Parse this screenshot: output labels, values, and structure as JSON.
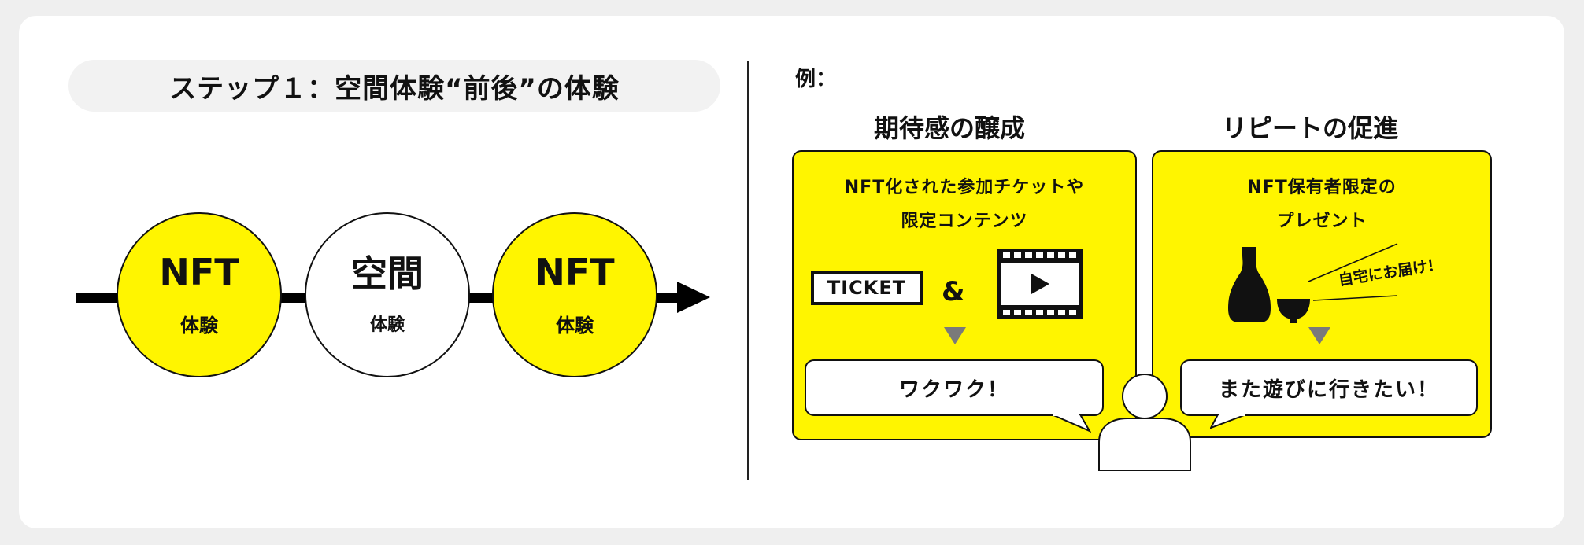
{
  "title": "ステップ１：空間体験“前後”の体験",
  "flow": {
    "circles": [
      {
        "main": "NFT",
        "sub": "体験",
        "color": "#fff500"
      },
      {
        "main": "空間",
        "sub": "体験",
        "color": "#ffffff"
      },
      {
        "main": "NFT",
        "sub": "体験",
        "color": "#fff500"
      }
    ]
  },
  "example_label": "例：",
  "columns": [
    {
      "title": "期待感の醸成",
      "text_line1": "NFT化された参加チケットや",
      "text_line2": "限定コンテンツ",
      "ticket_label": "TICKET",
      "amp": "&",
      "bubble": "ワクワク！"
    },
    {
      "title": "リピートの促進",
      "text_line1": "NFT保有者限定の",
      "text_line2": "プレゼント",
      "tag": "自宅にお届け！",
      "bubble": "また遊びに行きたい！"
    }
  ],
  "colors": {
    "accent": "#fff500",
    "arrow": "#7a7a7a"
  }
}
